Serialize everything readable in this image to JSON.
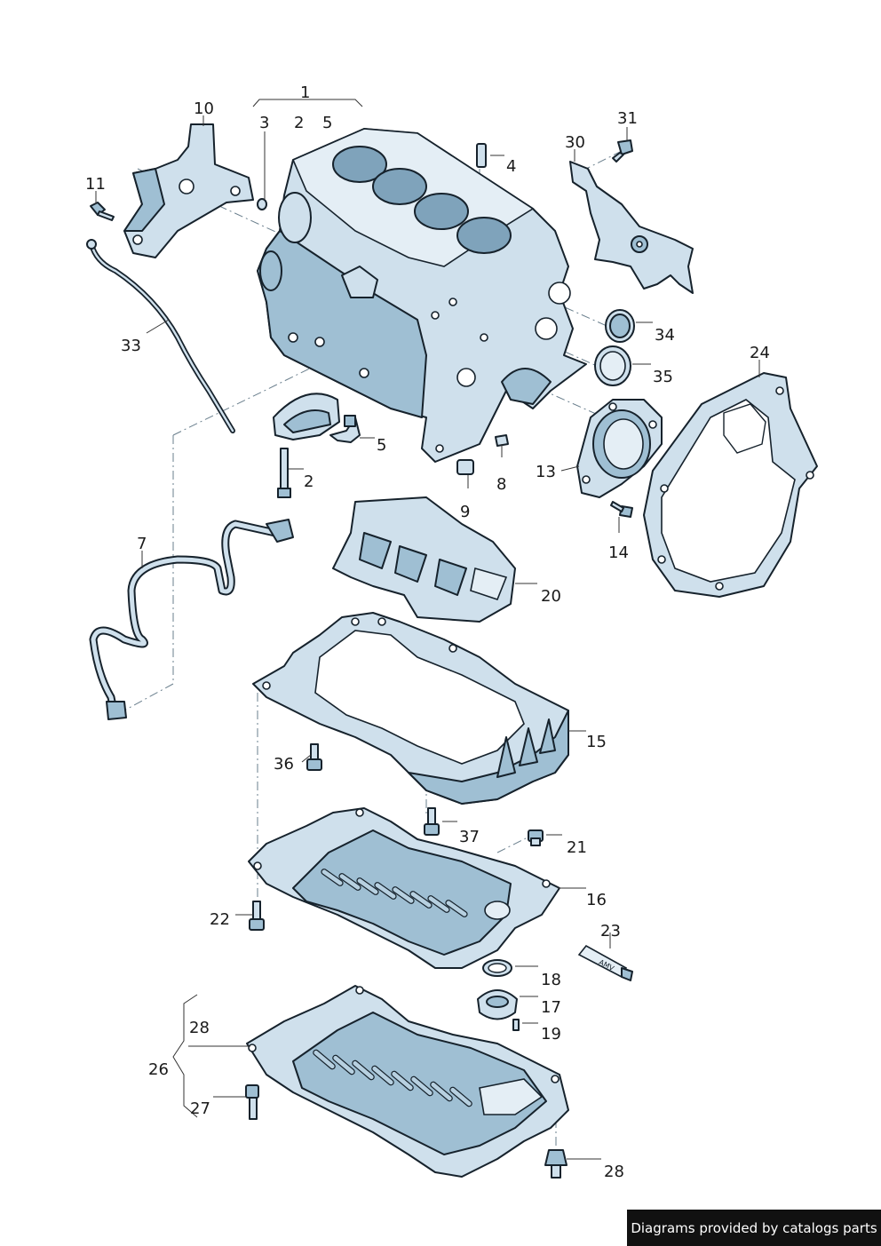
{
  "callouts": {
    "c1": "1",
    "c10": "10",
    "c3": "3",
    "c2a": "2",
    "c5a": "5",
    "c4": "4",
    "c31": "31",
    "c30": "30",
    "c11": "11",
    "c33": "33",
    "c34": "34",
    "c35": "35",
    "c24": "24",
    "c5b": "5",
    "c2b": "2",
    "c13": "13",
    "c8": "8",
    "c9": "9",
    "c14": "14",
    "c7": "7",
    "c20": "20",
    "c15": "15",
    "c36": "36",
    "c37": "37",
    "c21": "21",
    "c16": "16",
    "c22": "22",
    "c23": "23",
    "c18": "18",
    "c17": "17",
    "c19": "19",
    "c28a": "28",
    "c26": "26",
    "c27": "27",
    "c28b": "28"
  },
  "tube_label": "AMV",
  "credit": "Diagrams provided by catalogs parts",
  "colors": {
    "part_fill": "#cfe0ec",
    "part_shade": "#9fbfd3",
    "outline": "#16222c",
    "credit_background": "#111111"
  }
}
